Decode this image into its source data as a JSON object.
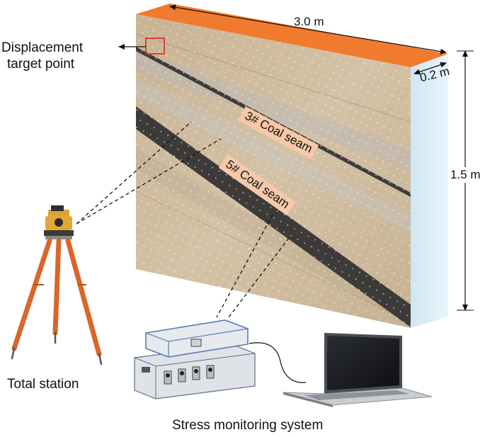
{
  "labels": {
    "width": "3.0 m",
    "thickness": "0.2 m",
    "height": "1.5 m",
    "displacement_line1": "Displacement",
    "displacement_line2": "target point",
    "seam3": "3# Coal seam",
    "seam5": "5# Coal seam",
    "total_station": "Total station",
    "stress_system": "Stress monitoring system"
  },
  "colors": {
    "model_top": "#f07a2e",
    "model_side": "#d8ecf7",
    "model_face": "#c9b59a",
    "coal_seam": "#3d3b39",
    "seam_tag": "#f6c9a8",
    "target_box": "#e02424",
    "tripod": "#d9662a"
  },
  "icons": {
    "total_station": "total-station-icon",
    "acquisition_unit": "data-acquisition-unit-icon",
    "laptop": "laptop-icon"
  }
}
